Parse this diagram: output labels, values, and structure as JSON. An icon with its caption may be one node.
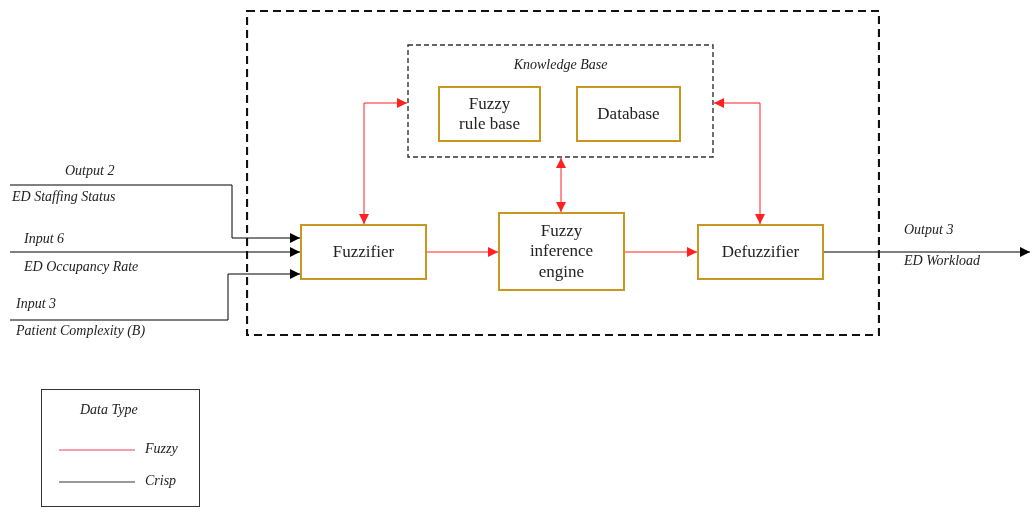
{
  "diagram": {
    "nodes": [
      {
        "text": [],
        "shape": "box"
      },
      {
        "text": [
          "Knowledge Base"
        ],
        "in": 0
      },
      {
        "text": [
          "Fuzzy rule base"
        ],
        "in": 1
      },
      {
        "text": [
          "Database"
        ],
        "in": 1
      },
      {
        "text": [
          "Fuzzifier"
        ],
        "in": 0
      },
      {
        "text": [
          "Fuzzy inference engine"
        ],
        "in": 0
      },
      {
        "text": [
          "Defuzzifier"
        ],
        "in": 0
      },
      {
        "text": [
          "Output 2",
          "ED Staffing Status"
        ]
      },
      {
        "text": [
          "Input 6",
          "ED Occupancy Rate"
        ]
      },
      {
        "text": [
          "Input 3",
          "Patient Complexity (B)"
        ]
      },
      {
        "text": [
          "Output 3",
          "ED Workload"
        ]
      }
    ],
    "edges": [
      {
        "from": 7,
        "to": 4,
        "arrow": "to",
        "color": "#000000"
      },
      {
        "from": 8,
        "to": 4,
        "arrow": "to",
        "color": "#000000"
      },
      {
        "from": 9,
        "to": 4,
        "arrow": "to",
        "color": "#000000"
      },
      {
        "from": 4,
        "to": 5,
        "arrow": "to"
      },
      {
        "from": 5,
        "to": 6,
        "arrow": "to"
      },
      {
        "from": 4,
        "to": 1,
        "arrow": "both"
      },
      {
        "from": 5,
        "to": 1,
        "arrow": "both"
      },
      {
        "from": 6,
        "to": 1,
        "arrow": "both"
      },
      {
        "from": 6,
        "to": 10,
        "arrow": "to",
        "color": "#000000"
      }
    ],
    "labels": [
      "Data Type"
    ],
    "legend": [
      {
        "text": "Fuzzy"
      },
      {
        "text": "Crisp"
      }
    ]
  }
}
